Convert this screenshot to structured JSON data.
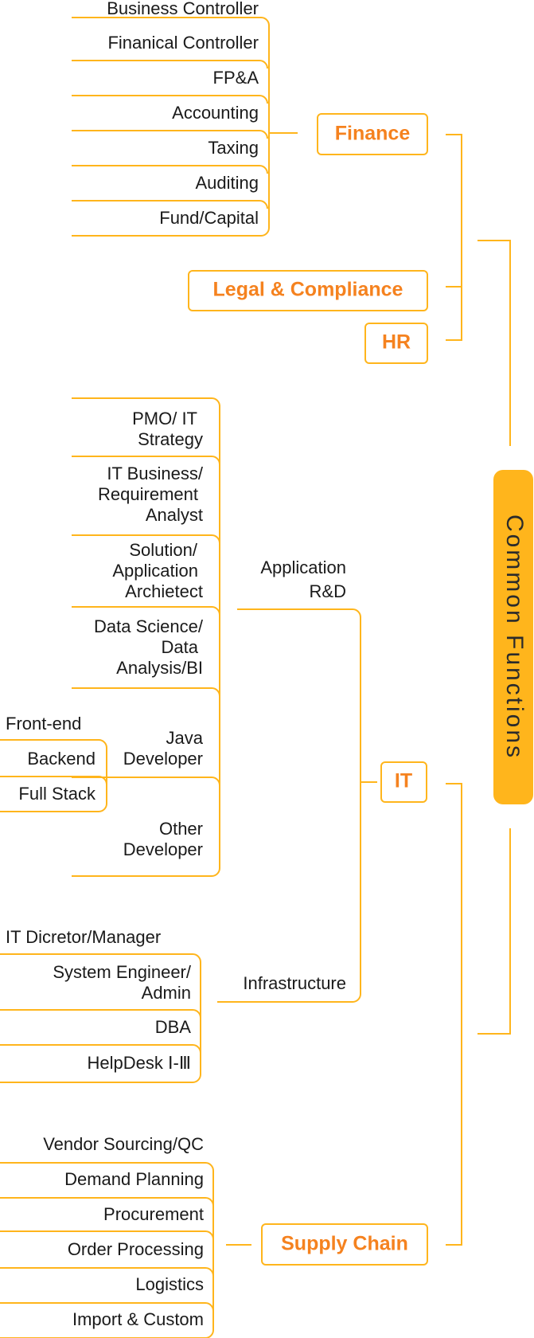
{
  "root": {
    "label": "Common Functions",
    "color": "#ffb51c"
  },
  "accent_color": "#f5821f",
  "line_color": "#ffb51c",
  "finance": {
    "label": "Finance",
    "items": [
      "Business Controller",
      "Finanical Controller",
      "FP&A",
      "Accounting",
      "Taxing",
      "Auditing",
      "Fund/Capital"
    ]
  },
  "legal": {
    "label": "Legal & Compliance"
  },
  "hr": {
    "label": "HR"
  },
  "it": {
    "label": "IT",
    "application": {
      "label": [
        "Application",
        "R&D"
      ],
      "pmo": [
        "PMO/ IT",
        "Strategy"
      ],
      "itba": [
        "IT Business/",
        "Requirement",
        "Analyst"
      ],
      "solution": [
        "Solution/",
        "Application",
        "Archietect"
      ],
      "datasci": [
        "Data Science/",
        "Data",
        "Analysis/BI"
      ],
      "java": {
        "label": [
          "Java",
          "Developer"
        ],
        "items": [
          "Front-end",
          "Backend",
          "Full Stack"
        ]
      },
      "other": [
        "Other",
        "Developer"
      ]
    },
    "infrastructure": {
      "label": "Infrastructure",
      "items": [
        "IT Dicretor/Manager",
        "System Engineer/|Admin",
        "DBA",
        "HelpDesk Ⅰ-Ⅲ"
      ]
    }
  },
  "supply_chain": {
    "label": "Supply Chain",
    "items": [
      "Vendor Sourcing/QC",
      "Demand Planning",
      "Procurement",
      "Order Processing",
      "Logistics",
      "Import & Custom"
    ]
  }
}
